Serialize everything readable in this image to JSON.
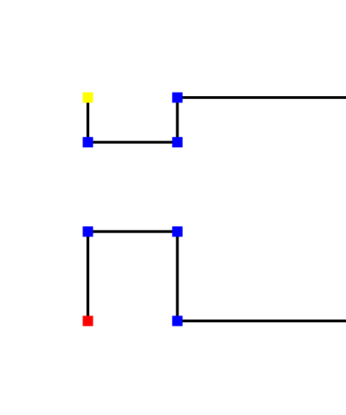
{
  "diagram": {
    "type": "grid-path",
    "background_color": "#ffffff",
    "line_color": "#000000",
    "colors": {
      "start": "#ff0000",
      "end": "#ffff00",
      "waypoint": "#0000ff"
    },
    "path": [
      {
        "col": 0,
        "row": 5,
        "kind": "start"
      },
      {
        "col": 0,
        "row": 3,
        "kind": "waypoint"
      },
      {
        "col": 1,
        "row": 3,
        "kind": "waypoint"
      },
      {
        "col": 1,
        "row": 5,
        "kind": "waypoint"
      },
      {
        "col": 3,
        "row": 5,
        "kind": "waypoint"
      },
      {
        "col": 3,
        "row": 0,
        "kind": "waypoint"
      },
      {
        "col": 1,
        "row": 0,
        "kind": "waypoint"
      },
      {
        "col": 1,
        "row": 1,
        "kind": "waypoint"
      },
      {
        "col": 0,
        "row": 1,
        "kind": "waypoint"
      },
      {
        "col": 0,
        "row": 0,
        "kind": "end"
      }
    ]
  }
}
